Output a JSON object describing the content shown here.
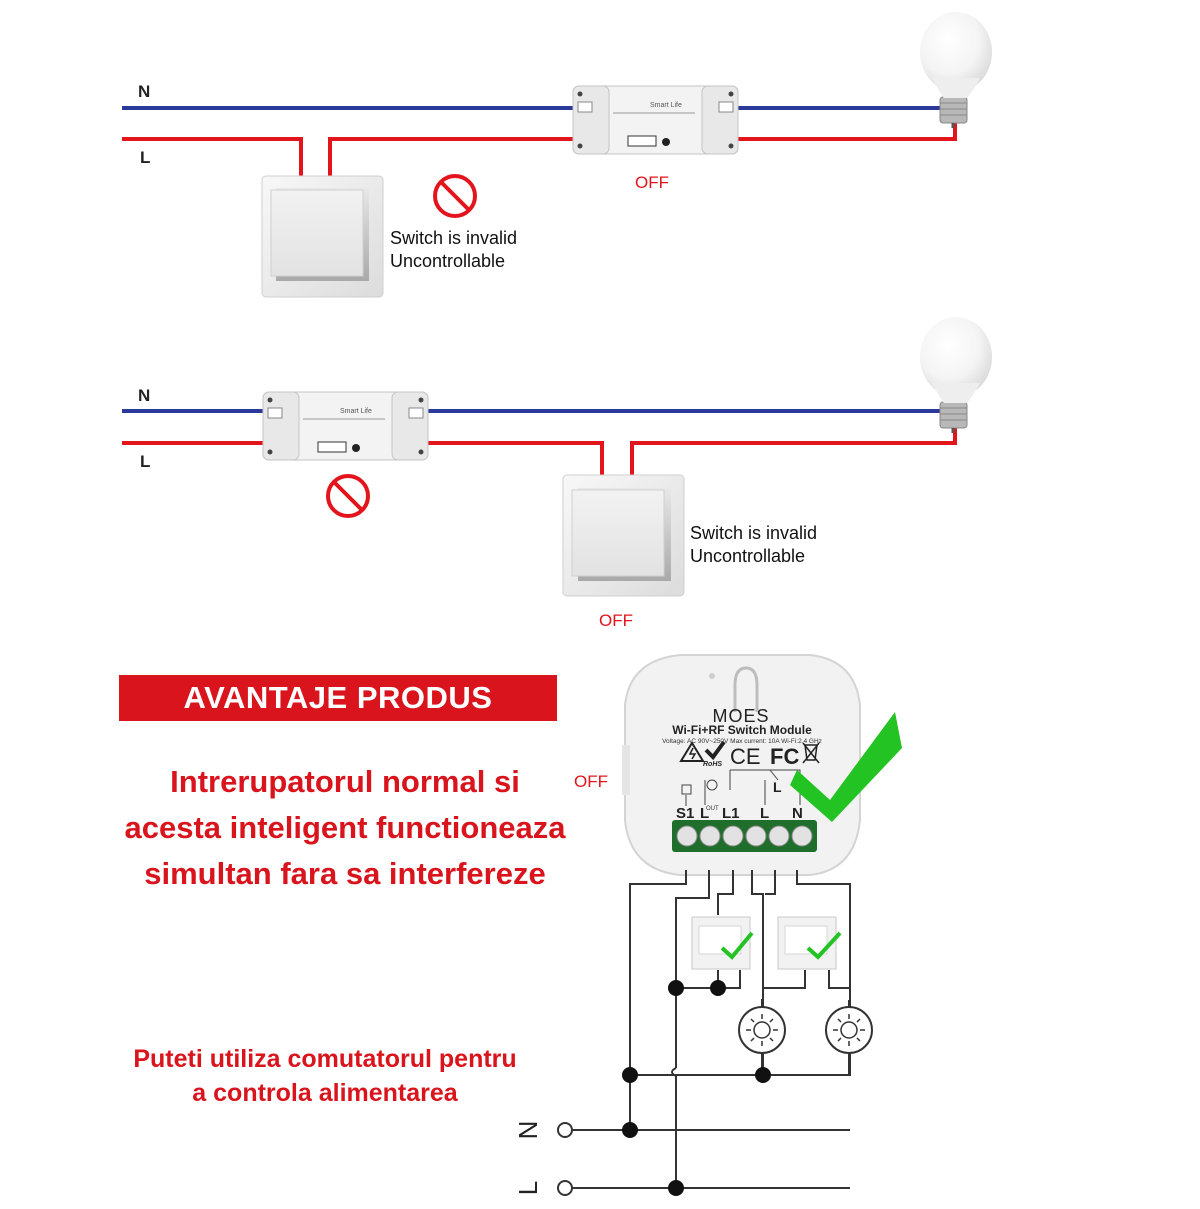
{
  "diagram1": {
    "wire_n": "N",
    "wire_l": "L",
    "note_line1": "Switch is invalid",
    "note_line2": "Uncontrollable",
    "off_label": "OFF",
    "module_brand": "Smart Life"
  },
  "diagram2": {
    "wire_n": "N",
    "wire_l": "L",
    "note_line1": "Switch is invalid",
    "note_line2": "Uncontrollable",
    "off_label": "OFF",
    "module_brand": "Smart Life"
  },
  "advantages": {
    "banner": "AVANTAJE PRODUS",
    "main_text": [
      "Intrerupatorul normal si",
      "acesta inteligent functioneaza",
      "simultan fara sa interfereze"
    ],
    "sub_text": [
      "Puteti utiliza comutatorul pentru",
      "a controla alimentarea"
    ],
    "off_label": "OFF"
  },
  "module": {
    "brand": "MOES",
    "title": "Wi-Fi+RF Switch Module",
    "specs": "Voltage: AC 90V~250V  Max current: 10A  Wi-Fi:2.4 GHz",
    "cert_rohs": "RoHS",
    "cert_ce": "CE",
    "cert_fc": "FC",
    "inner_l": "L",
    "terminals": [
      "S1",
      "L",
      "L1",
      "L",
      "N"
    ],
    "out_label": "OUT"
  },
  "wiring": {
    "n_label": "N",
    "l_label": "L"
  },
  "colors": {
    "neutral_wire": "#2b3a9a",
    "live_wire": "#e3141b",
    "banner": "#d9141c",
    "accent_red": "#d9141c",
    "check_green": "#22c322"
  }
}
